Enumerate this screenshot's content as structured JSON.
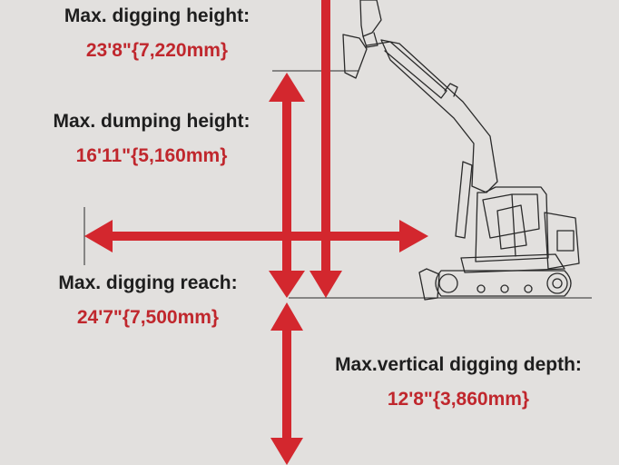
{
  "colors": {
    "arrow": "#d3272e",
    "value_text": "#c0272d",
    "label_text": "#1e1e1e",
    "background": "#e2e0de",
    "line_art": "#2a2a2a"
  },
  "specs": {
    "max_digging_height": {
      "label": "Max. digging height:",
      "value": "23'8\"{7,220mm}"
    },
    "max_dumping_height": {
      "label": "Max. dumping height:",
      "value": "16'11\"{5,160mm}"
    },
    "max_digging_reach": {
      "label": "Max. digging reach:",
      "value": "24'7\"{7,500mm}"
    },
    "max_vertical_digging_depth": {
      "label": "Max.vertical digging depth:",
      "value": "12'8\"{3,860mm}"
    }
  },
  "illustration": {
    "subject": "excavator-side-view-outline"
  }
}
